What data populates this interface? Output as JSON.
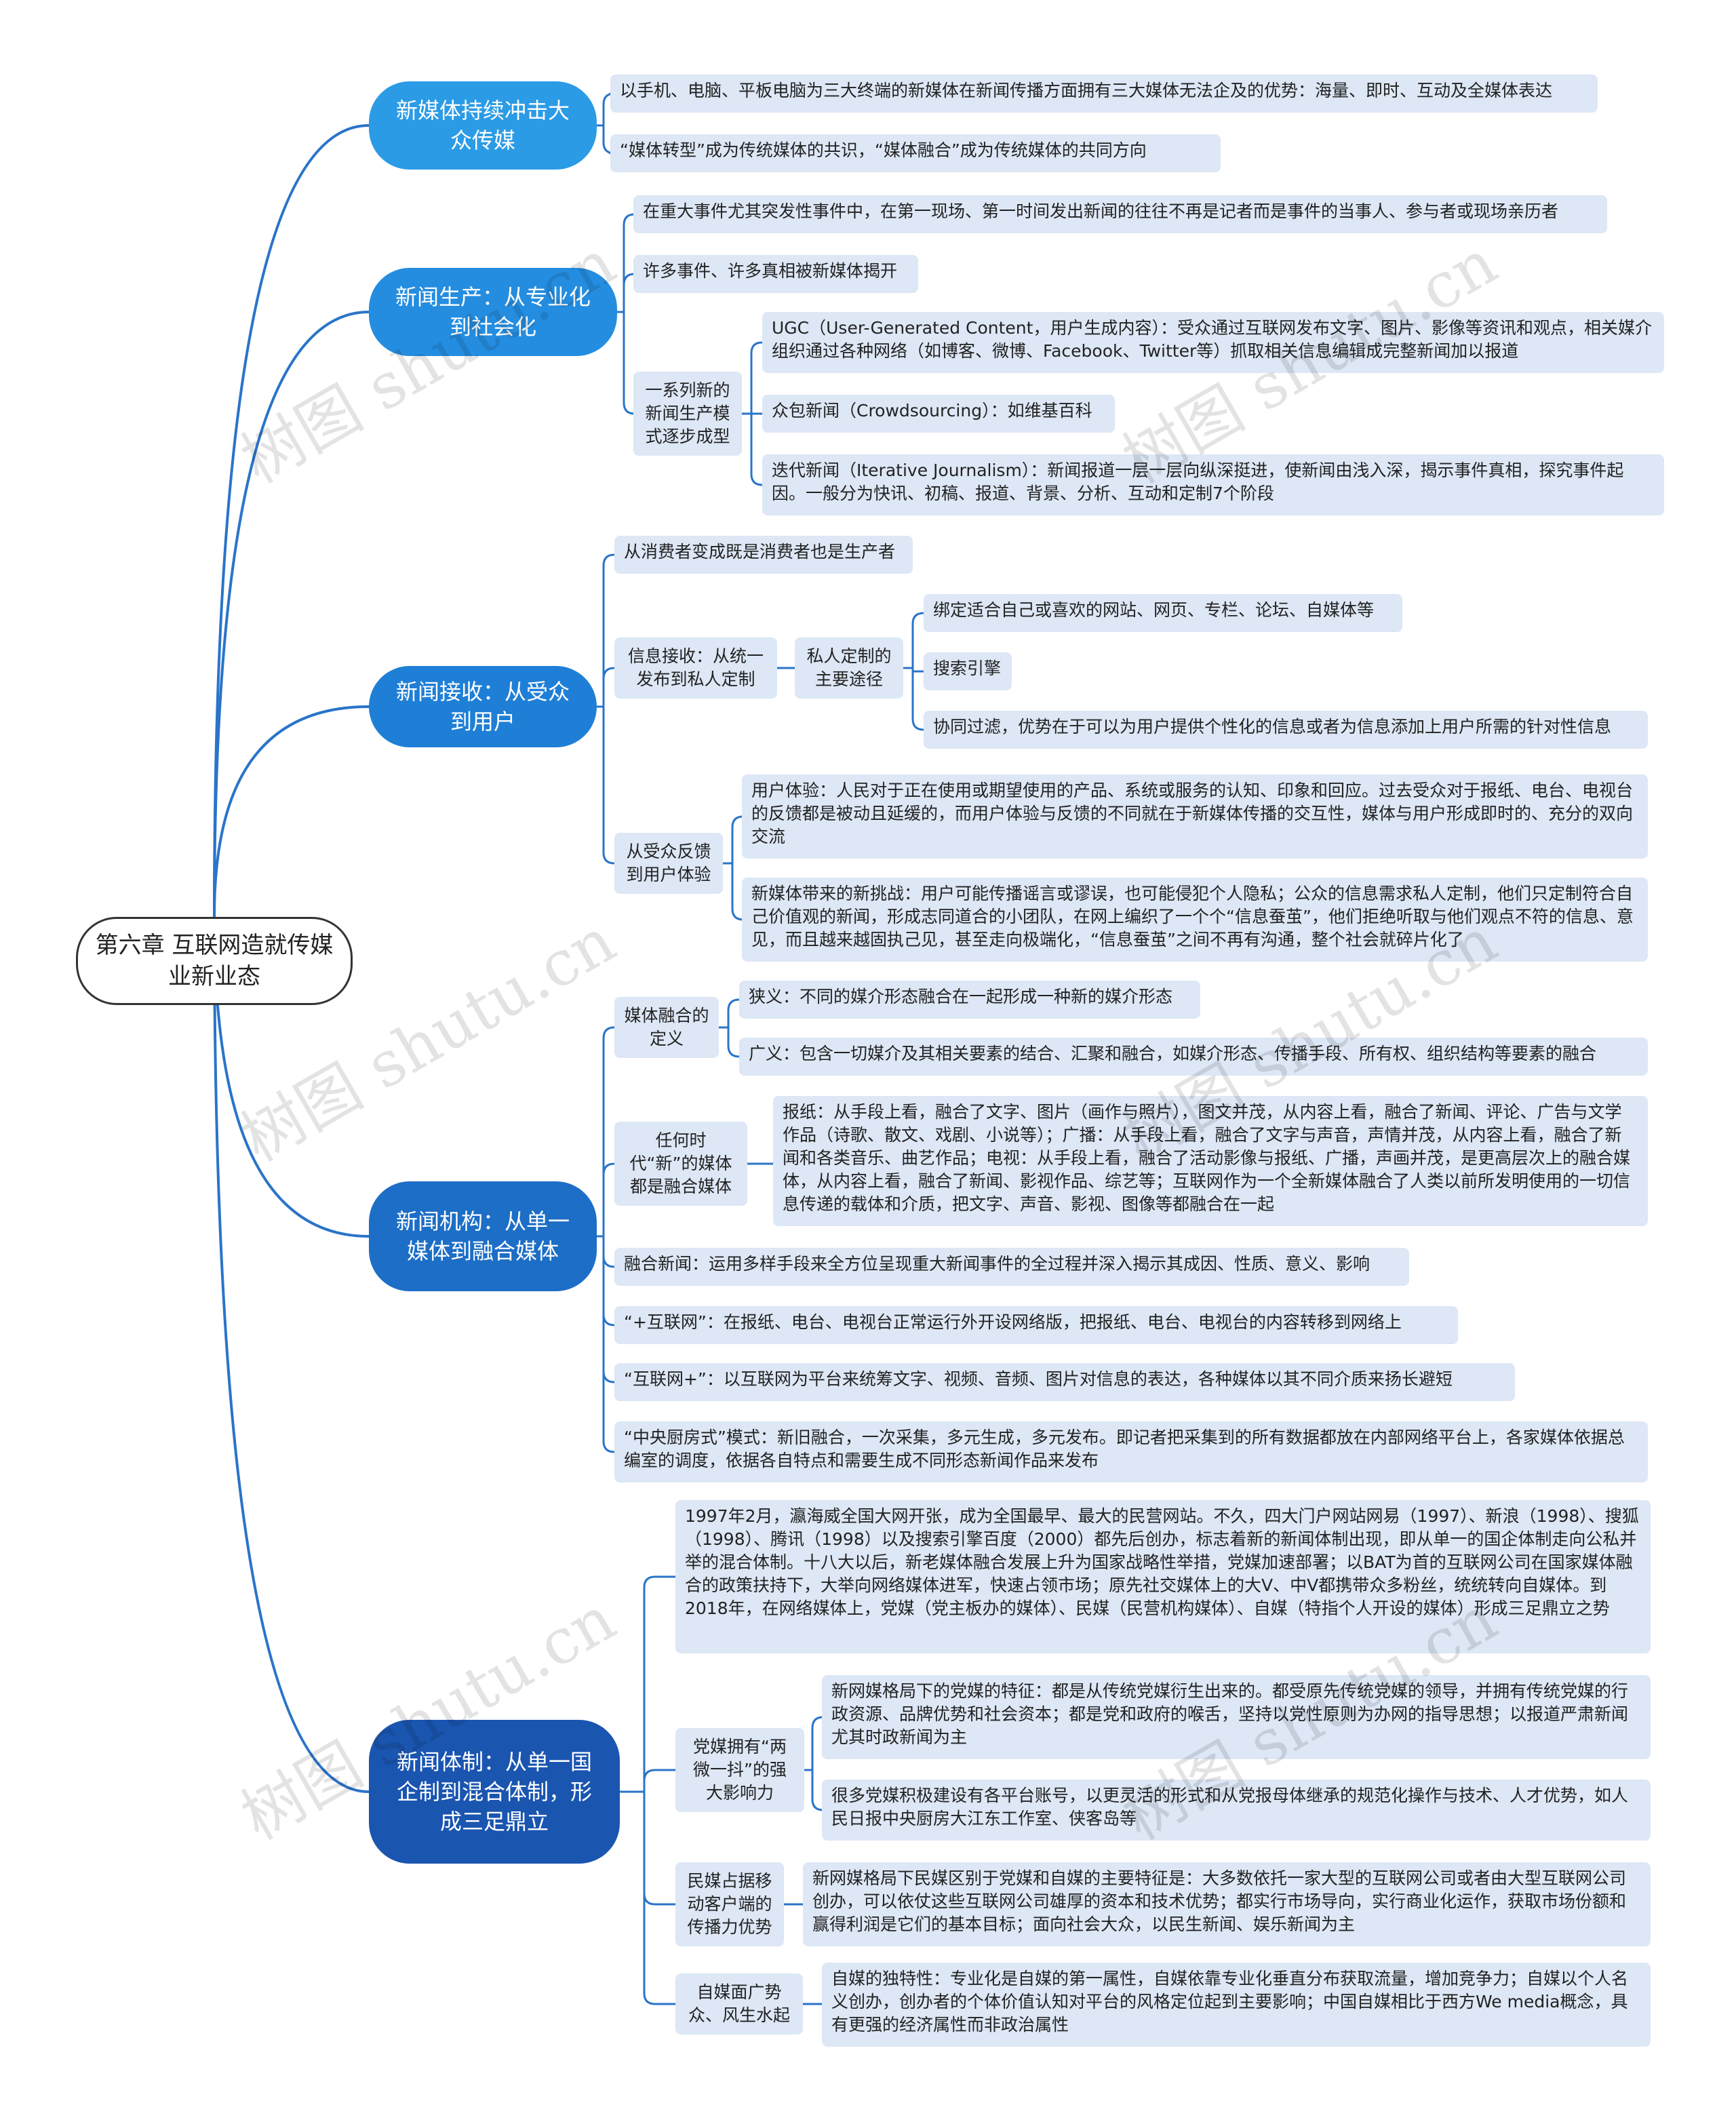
{
  "root": "第六章 互联网造就传媒业新业态",
  "watermark": "树图 shutu.cn",
  "colors": {
    "leaf_bg": "#dde7f5",
    "branch_1": "#2b9be6",
    "branch_2": "#248de0",
    "branch_3": "#1f7fd6",
    "branch_4": "#1c6ec6",
    "branch_5": "#1a55b0",
    "connector": "#2a74c9"
  },
  "branches": [
    {
      "title": "新媒体持续冲击大众传媒",
      "items": [
        "以手机、电脑、平板电脑为三大终端的新媒体在新闻传播方面拥有三大媒体无法企及的优势：海量、即时、互动及全媒体表达",
        "“媒体转型”成为传统媒体的共识，“媒体融合”成为传统媒体的共同方向"
      ]
    },
    {
      "title": "新闻生产：从专业化到社会化",
      "items": [
        "在重大事件尤其突发性事件中，在第一现场、第一时间发出新闻的往往不再是记者而是事件的当事人、参与者或现场亲历者",
        "许多事件、许多真相被新媒体揭开"
      ],
      "group": {
        "title": "一系列新的新闻生产模式逐步成型",
        "items": [
          "UGC（User-Generated Content，用户生成内容）：受众通过互联网发布文字、图片、影像等资讯和观点，相关媒介组织通过各种网络（如博客、微博、Facebook、Twitter等）抓取相关信息编辑成完整新闻加以报道",
          "众包新闻（Crowdsourcing）：如维基百科",
          "迭代新闻（Iterative Journalism）：新闻报道一层一层向纵深挺进，使新闻由浅入深，揭示事件真相，探究事件起因。一般分为快讯、初稿、报道、背景、分析、互动和定制7个阶段"
        ]
      }
    },
    {
      "title": "新闻接收：从受众到用户",
      "item_1": "从消费者变成既是消费者也是生产者",
      "sub_1": {
        "title": "信息接收：从统一发布到私人定制",
        "mid": "私人定制的主要途径",
        "items": [
          "绑定适合自己或喜欢的网站、网页、专栏、论坛、自媒体等",
          "搜索引擎",
          "协同过滤，优势在于可以为用户提供个性化的信息或者为信息添加上用户所需的针对性信息"
        ]
      },
      "sub_2": {
        "title": "从受众反馈到用户体验",
        "items": [
          "用户体验：人民对于正在使用或期望使用的产品、系统或服务的认知、印象和回应。过去受众对于报纸、电台、电视台的反馈都是被动且延缓的，而用户体验与反馈的不同就在于新媒体传播的交互性，媒体与用户形成即时的、充分的双向交流",
          "新媒体带来的新挑战：用户可能传播谣言或谬误，也可能侵犯个人隐私；公众的信息需求私人定制，他们只定制符合自己价值观的新闻，形成志同道合的小团队，在网上编织了一个个“信息蚕茧”，他们拒绝听取与他们观点不符的信息、意见，而且越来越固执己见，甚至走向极端化，“信息蚕茧”之间不再有沟通，整个社会就碎片化了"
        ]
      }
    },
    {
      "title": "新闻机构：从单一媒体到融合媒体",
      "def": {
        "title": "媒体融合的定义",
        "items": [
          "狭义：不同的媒介形态融合在一起形成一种新的媒介形态",
          "广义：包含一切媒介及其相关要素的结合、汇聚和融合，如媒介形态、传播手段、所有权、组织结构等要素的融合"
        ]
      },
      "any": {
        "title": "任何时代“新”的媒体都是融合媒体",
        "text": "报纸：从手段上看，融合了文字、图片（画作与照片），图文并茂，从内容上看，融合了新闻、评论、广告与文学作品（诗歌、散文、戏剧、小说等）；广播：从手段上看，融合了文字与声音，声情并茂，从内容上看，融合了新闻和各类音乐、曲艺作品；电视：从手段上看，融合了活动影像与报纸、广播，声画并茂，是更高层次上的融合媒体，从内容上看，融合了新闻、影视作品、综艺等；互联网作为一个全新媒体融合了人类以前所发明使用的一切信息传递的载体和介质，把文字、声音、影视、图像等都融合在一起"
      },
      "items": [
        "融合新闻：运用多样手段来全方位呈现重大新闻事件的全过程并深入揭示其成因、性质、意义、影响",
        "“+互联网”：在报纸、电台、电视台正常运行外开设网络版，把报纸、电台、电视台的内容转移到网络上",
        "“互联网+”：以互联网为平台来统筹文字、视频、音频、图片对信息的表达，各种媒体以其不同介质来扬长避短",
        "“中央厨房式”模式：新旧融合，一次采集，多元生成，多元发布。即记者把采集到的所有数据都放在内部网络平台上，各家媒体依据总编室的调度，依据各自特点和需要生成不同形态新闻作品来发布"
      ]
    },
    {
      "title": "新闻体制：从单一国企制到混合体制，形成三足鼎立",
      "intro": "1997年2月，瀛海威全国大网开张，成为全国最早、最大的民营网站。不久，四大门户网站网易（1997）、新浪（1998）、搜狐（1998）、腾讯（1998）以及搜索引擎百度（2000）都先后创办，标志着新的新闻体制出现，即从单一的国企体制走向公私并举的混合体制。十八大以后，新老媒体融合发展上升为国家战略性举措，党媒加速部署；以BAT为首的互联网公司在国家媒体融合的政策扶持下，大举向网络媒体进军，快速占领市场；原先社交媒体上的大V、中V都携带众多粉丝，统统转向自媒体。到2018年，在网络媒体上，党媒（党主板办的媒体）、民媒（民营机构媒体）、自媒（特指个人开设的媒体）形成三足鼎立之势",
      "party": {
        "title": "党媒拥有“两微一抖”的强大影响力",
        "items": [
          "新网媒格局下的党媒的特征：都是从传统党媒衍生出来的。都受原先传统党媒的领导，并拥有传统党媒的行政资源、品牌优势和社会资本；都是党和政府的喉舌，坚持以党性原则为办网的指导思想；以报道严肃新闻尤其时政新闻为主",
          "很多党媒积极建设有各平台账号，以更灵活的形式和从党报母体继承的规范化操作与技术、人才优势，如人民日报中央厨房大江东工作室、侠客岛等"
        ]
      },
      "private": {
        "title": "民媒占据移动客户端的传播力优势",
        "text": "新网媒格局下民媒区别于党媒和自媒的主要特征是：大多数依托一家大型的互联网公司或者由大型互联网公司创办，可以依仗这些互联网公司雄厚的资本和技术优势；都实行市场导向，实行商业化运作，获取市场份额和赢得利润是它们的基本目标；面向社会大众，以民生新闻、娱乐新闻为主"
      },
      "self": {
        "title": "自媒面广势众、风生水起",
        "text": "自媒的独特性：专业化是自媒的第一属性，自媒依靠专业化垂直分布获取流量，增加竞争力；自媒以个人名义创办，创办者的个体价值认知对平台的风格定位起到主要影响；中国自媒相比于西方We media概念，具有更强的经济属性而非政治属性"
      }
    }
  ]
}
